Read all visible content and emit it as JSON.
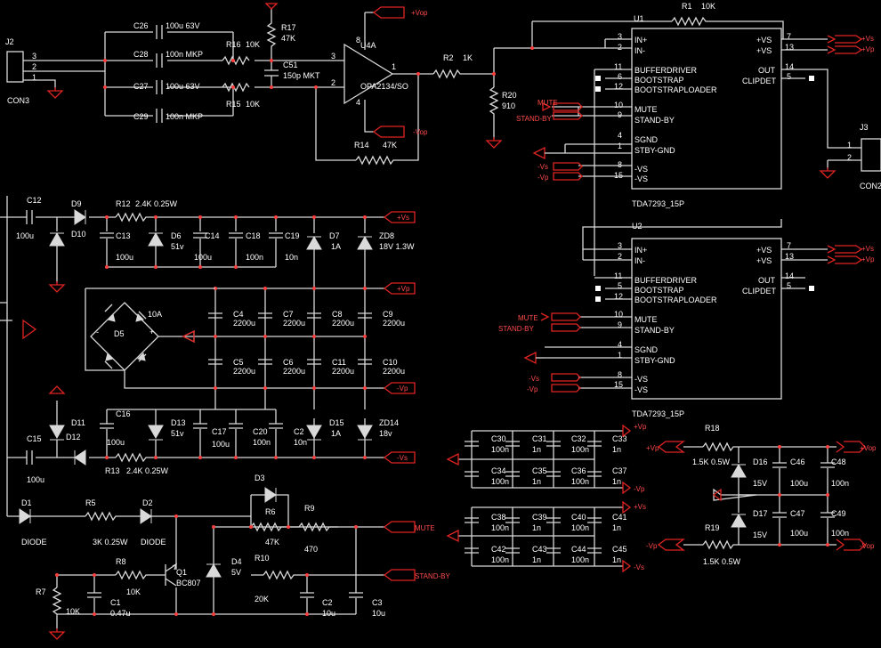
{
  "colors": {
    "background": "#000000",
    "wire": "#d9d9d9",
    "ports": "#e02424",
    "junction": "#ff4040",
    "text": "#ffffff"
  },
  "connectors": {
    "j2": {
      "ref": "J2",
      "value": "CON3",
      "pins": [
        "3",
        "2",
        "1"
      ]
    },
    "j3": {
      "ref": "J3",
      "value": "CON2",
      "pins": [
        "1",
        "2"
      ]
    }
  },
  "ports": {
    "vop_pos": "+Vop",
    "vop_neg": "-Vop",
    "vs_pos": "+Vs",
    "vp_pos": "+Vp",
    "vs_neg": "-Vs",
    "vp_neg": "-Vp",
    "mute": "MUTE",
    "standby": "STAND-BY"
  },
  "opamp": {
    "ref": "U4A",
    "part": "OPA2134/SO",
    "pin_out": "1",
    "pin_in_pos": "3",
    "pin_in_neg": "2",
    "pin_vpos": "8",
    "pin_vneg": "4"
  },
  "parts": {
    "c26": {
      "ref": "C26",
      "value": "100u 63V"
    },
    "c28": {
      "ref": "C28",
      "value": "100n MKP"
    },
    "c27": {
      "ref": "C27",
      "value": "100u 63V"
    },
    "c29": {
      "ref": "C29",
      "value": "100n MKP"
    },
    "r16": {
      "ref": "R16",
      "value": "10K"
    },
    "r15": {
      "ref": "R15",
      "value": "10K"
    },
    "r17": {
      "ref": "R17",
      "value": "47K"
    },
    "c51": {
      "ref": "C51",
      "value": "150p MKT"
    },
    "r14": {
      "ref": "R14",
      "value": "47K"
    },
    "r2": {
      "ref": "R2",
      "value": "1K"
    },
    "r1": {
      "ref": "R1",
      "value": "10K"
    },
    "r20": {
      "ref": "R20",
      "value": "910"
    },
    "c12": {
      "ref": "C12",
      "value": "100u"
    },
    "d9": {
      "ref": "D9",
      "value": ""
    },
    "d10": {
      "ref": "D10",
      "value": ""
    },
    "r12": {
      "ref": "R12",
      "value": "2.4K 0.25W"
    },
    "c13": {
      "ref": "C13",
      "value": "100u"
    },
    "d6": {
      "ref": "D6",
      "value": "51v"
    },
    "c14": {
      "ref": "C14",
      "value": "100u"
    },
    "c18": {
      "ref": "C18",
      "value": "100n"
    },
    "c19": {
      "ref": "C19",
      "value": "10n"
    },
    "d7": {
      "ref": "D7",
      "value": "1A"
    },
    "zd8": {
      "ref": "ZD8",
      "value": "18V 1.3W"
    },
    "d5": {
      "ref": "D5",
      "value": "10A"
    },
    "c4": {
      "ref": "C4",
      "value": "2200u"
    },
    "c7": {
      "ref": "C7",
      "value": "2200u"
    },
    "c8": {
      "ref": "C8",
      "value": "2200u"
    },
    "c9": {
      "ref": "C9",
      "value": "2200u"
    },
    "c5": {
      "ref": "C5",
      "value": "2200u"
    },
    "c6": {
      "ref": "C6",
      "value": "2200u"
    },
    "c11": {
      "ref": "C11",
      "value": "2200u"
    },
    "c10": {
      "ref": "C10",
      "value": "2200u"
    },
    "d11": {
      "ref": "D11",
      "value": ""
    },
    "d12": {
      "ref": "D12",
      "value": ""
    },
    "c16": {
      "ref": "C16",
      "value": "100u"
    },
    "d13": {
      "ref": "D13",
      "value": "51v"
    },
    "c17": {
      "ref": "C17",
      "value": "100u"
    },
    "c20": {
      "ref": "C20",
      "value": "100n"
    },
    "c21": {
      "ref": "C2",
      "value": "10n"
    },
    "d15": {
      "ref": "D15",
      "value": "1A"
    },
    "zd14": {
      "ref": "ZD14",
      "value": "18v"
    },
    "c15": {
      "ref": "C15",
      "value": "100u"
    },
    "r13": {
      "ref": "R13",
      "value": "2.4K 0.25W"
    },
    "d1": {
      "ref": "D1",
      "value": "DIODE"
    },
    "r5": {
      "ref": "R5",
      "value": "3K 0.25W"
    },
    "d2": {
      "ref": "D2",
      "value": "DIODE"
    },
    "d3": {
      "ref": "D3",
      "value": ""
    },
    "r6": {
      "ref": "R6",
      "value": "47K"
    },
    "r9": {
      "ref": "R9",
      "value": "470"
    },
    "r8": {
      "ref": "R8",
      "value": "10K"
    },
    "q1": {
      "ref": "Q1",
      "value": "BC807"
    },
    "d4": {
      "ref": "D4",
      "value": "5V"
    },
    "r10": {
      "ref": "R10",
      "value": "20K"
    },
    "r7": {
      "ref": "R7",
      "value": "10K"
    },
    "c1": {
      "ref": "C1",
      "value": "0.47u"
    },
    "c2": {
      "ref": "C2",
      "value": "10u"
    },
    "c3": {
      "ref": "C3",
      "value": "10u"
    },
    "r18": {
      "ref": "R18",
      "value": "1.5K 0.5W"
    },
    "r19": {
      "ref": "R19",
      "value": "1.5K 0.5W"
    },
    "d16": {
      "ref": "D16",
      "value": "15V"
    },
    "d17": {
      "ref": "D17",
      "value": "15V"
    },
    "c46": {
      "ref": "C46",
      "value": "100u"
    },
    "c47": {
      "ref": "C47",
      "value": "100u"
    },
    "c48": {
      "ref": "C48",
      "value": "100n"
    },
    "c49": {
      "ref": "C49",
      "value": "100n"
    }
  },
  "decoupling": {
    "top": [
      {
        "ref": "C30",
        "value": "100n"
      },
      {
        "ref": "C31",
        "value": "1n"
      },
      {
        "ref": "C32",
        "value": "100n"
      },
      {
        "ref": "C33",
        "value": "1n"
      },
      {
        "ref": "C34",
        "value": "100n"
      },
      {
        "ref": "C35",
        "value": "1n"
      },
      {
        "ref": "C36",
        "value": "100n"
      },
      {
        "ref": "C37",
        "value": "1n"
      }
    ],
    "bottom": [
      {
        "ref": "C38",
        "value": "100n"
      },
      {
        "ref": "C39",
        "value": "1n"
      },
      {
        "ref": "C40",
        "value": "100n"
      },
      {
        "ref": "C41",
        "value": "1n"
      },
      {
        "ref": "C42",
        "value": "100n"
      },
      {
        "ref": "C43",
        "value": "1n"
      },
      {
        "ref": "C44",
        "value": "100n"
      },
      {
        "ref": "C45",
        "value": "1n"
      }
    ]
  },
  "amplifiers": [
    {
      "ref": "U1",
      "part": "TDA7293_15P",
      "left_pins": [
        {
          "num": "3",
          "name": "IN+"
        },
        {
          "num": "2",
          "name": "IN-"
        },
        {
          "num": "11",
          "name": "BUFFERDRIVER"
        },
        {
          "num": "6",
          "name": "BOOTSTRAP"
        },
        {
          "num": "12",
          "name": "BOOTSTRAPLOADER"
        },
        {
          "num": "10",
          "name": "MUTE"
        },
        {
          "num": "9",
          "name": "STAND-BY"
        },
        {
          "num": "4",
          "name": "SGND"
        },
        {
          "num": "1",
          "name": "STBY-GND"
        },
        {
          "num": "8",
          "name": "-VS"
        },
        {
          "num": "15",
          "name": "-VS"
        }
      ],
      "right_pins": [
        {
          "num": "7",
          "name": "+VS"
        },
        {
          "num": "13",
          "name": "+VS"
        },
        {
          "num": "14",
          "name": "OUT"
        },
        {
          "num": "5",
          "name": "CLIPDET"
        }
      ]
    },
    {
      "ref": "U2",
      "part": "TDA7293_15P",
      "left_pins": [
        {
          "num": "3",
          "name": "IN+"
        },
        {
          "num": "2",
          "name": "IN-"
        },
        {
          "num": "11",
          "name": "BUFFERDRIVER"
        },
        {
          "num": "5",
          "name": "BOOTSTRAP"
        },
        {
          "num": "12",
          "name": "BOOTSTRAPLOADER"
        },
        {
          "num": "10",
          "name": "MUTE"
        },
        {
          "num": "9",
          "name": "STAND-BY"
        },
        {
          "num": "4",
          "name": "SGND"
        },
        {
          "num": "1",
          "name": "STBY-GND"
        },
        {
          "num": "8",
          "name": "-VS"
        },
        {
          "num": "15",
          "name": "-VS"
        }
      ],
      "right_pins": [
        {
          "num": "7",
          "name": "+VS"
        },
        {
          "num": "13",
          "name": "+VS"
        },
        {
          "num": "14",
          "name": "OUT"
        },
        {
          "num": "5",
          "name": "CLIPDET"
        }
      ]
    }
  ]
}
